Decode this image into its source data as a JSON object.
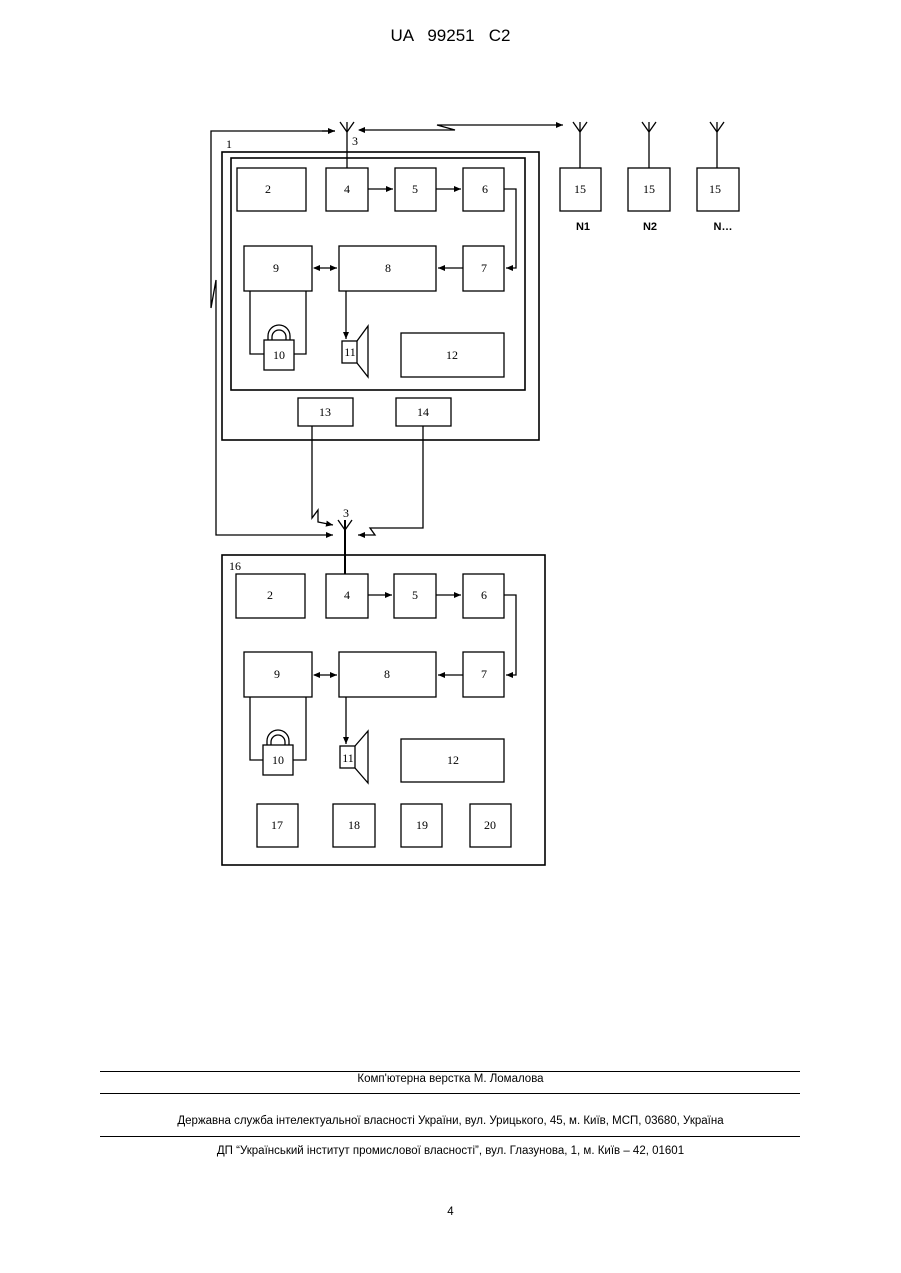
{
  "header": {
    "patent_number": "UA   99251   C2"
  },
  "figure": {
    "device_top": {
      "id": "1",
      "antenna": "3",
      "blocks": {
        "b2": "2",
        "b4": "4",
        "b5": "5",
        "b6": "6",
        "b7": "7",
        "b8": "8",
        "b9": "9",
        "b10": "10",
        "b11": "11",
        "b12": "12"
      },
      "outer_blocks": {
        "b13": "13",
        "b14": "14"
      }
    },
    "remote_units": [
      {
        "block": "15",
        "label": "N1"
      },
      {
        "block": "15",
        "label": "N2"
      },
      {
        "block": "15",
        "label": "N…"
      }
    ],
    "device_bottom": {
      "id": "16",
      "antenna": "3",
      "blocks": {
        "b2": "2",
        "b4": "4",
        "b5": "5",
        "b6": "6",
        "b7": "7",
        "b8": "8",
        "b9": "9",
        "b10": "10",
        "b11": "11",
        "b12": "12",
        "b17": "17",
        "b18": "18",
        "b19": "19",
        "b20": "20"
      }
    }
  },
  "footer": {
    "layout_credit": "Комп'ютерна верстка М. Ломалова",
    "office_line": "Державна служба інтелектуальної власності України, вул. Урицького, 45, м. Київ, МСП, 03680, Україна",
    "institute_line": "ДП “Український інститут промислової власності”, вул. Глазунова, 1, м. Київ – 42, 01601",
    "page_number": "4"
  }
}
